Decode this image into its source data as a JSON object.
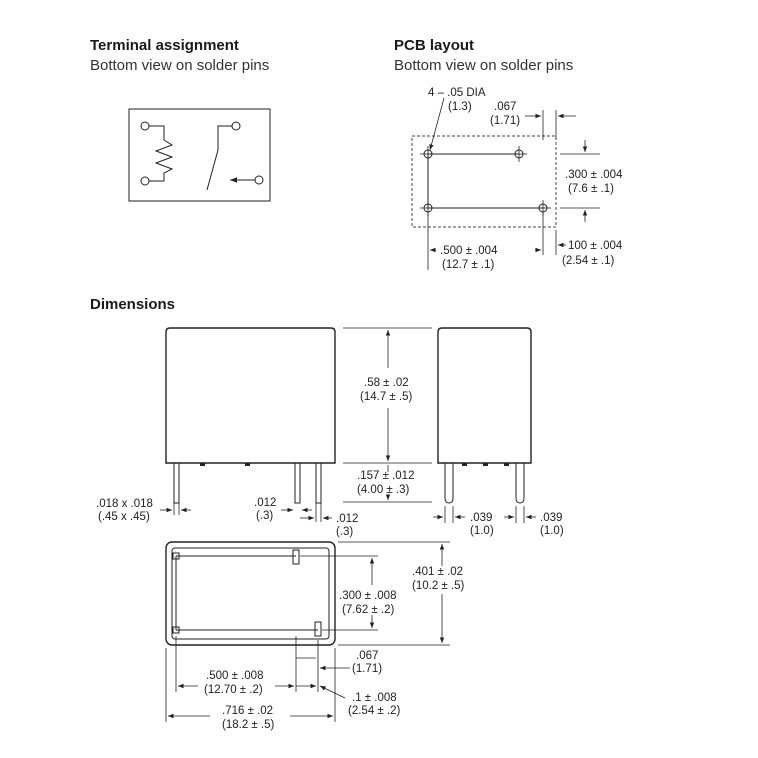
{
  "terminal": {
    "title": "Terminal assignment",
    "subtitle": "Bottom view on solder pins"
  },
  "pcb": {
    "title": "PCB layout",
    "subtitle": "Bottom view on solder pins",
    "hole_dia": "4 – .05 DIA",
    "hole_dia_mm": "(1.3)",
    "offset_067": ".067",
    "offset_067_mm": "(1.71)",
    "spacing_300": ".300 ± .004",
    "spacing_300_mm": "(7.6 ± .1)",
    "spacing_500": ".500 ± .004",
    "spacing_500_mm": "(12.7 ± .1)",
    "spacing_100": "100 ± .004",
    "spacing_100_mm": "(2.54 ± .1)"
  },
  "dimensions": {
    "title": "Dimensions",
    "height": ".58 ± .02",
    "height_mm": "(14.7 ± .5)",
    "pin_len": ".157 ± .012",
    "pin_len_mm": "(4.00 ± .3)",
    "pin_size": ".018 x .018",
    "pin_size_mm": "(.45 x .45)",
    "gap_012a": ".012",
    "gap_012a_mm": "(.3)",
    "gap_012b": ".012",
    "gap_012b_mm": "(.3)",
    "side_039a": ".039",
    "side_039a_mm": "(1.0)",
    "side_039b": ".039",
    "side_039b_mm": "(1.0)",
    "depth": ".401 ± .02",
    "depth_mm": "(10.2 ± .5)",
    "pin_row": ".300 ± .008",
    "pin_row_mm": "(7.62 ± .2)",
    "offset_067": ".067",
    "offset_067_mm": "(1.71)",
    "pitch_500": ".500 ± .008",
    "pitch_500_mm": "(12.70 ± .2)",
    "pitch_1": ".1 ± .008",
    "pitch_1_mm": "(2.54 ± .2)",
    "length": ".716 ± .02",
    "length_mm": "(18.2 ± .5)"
  }
}
